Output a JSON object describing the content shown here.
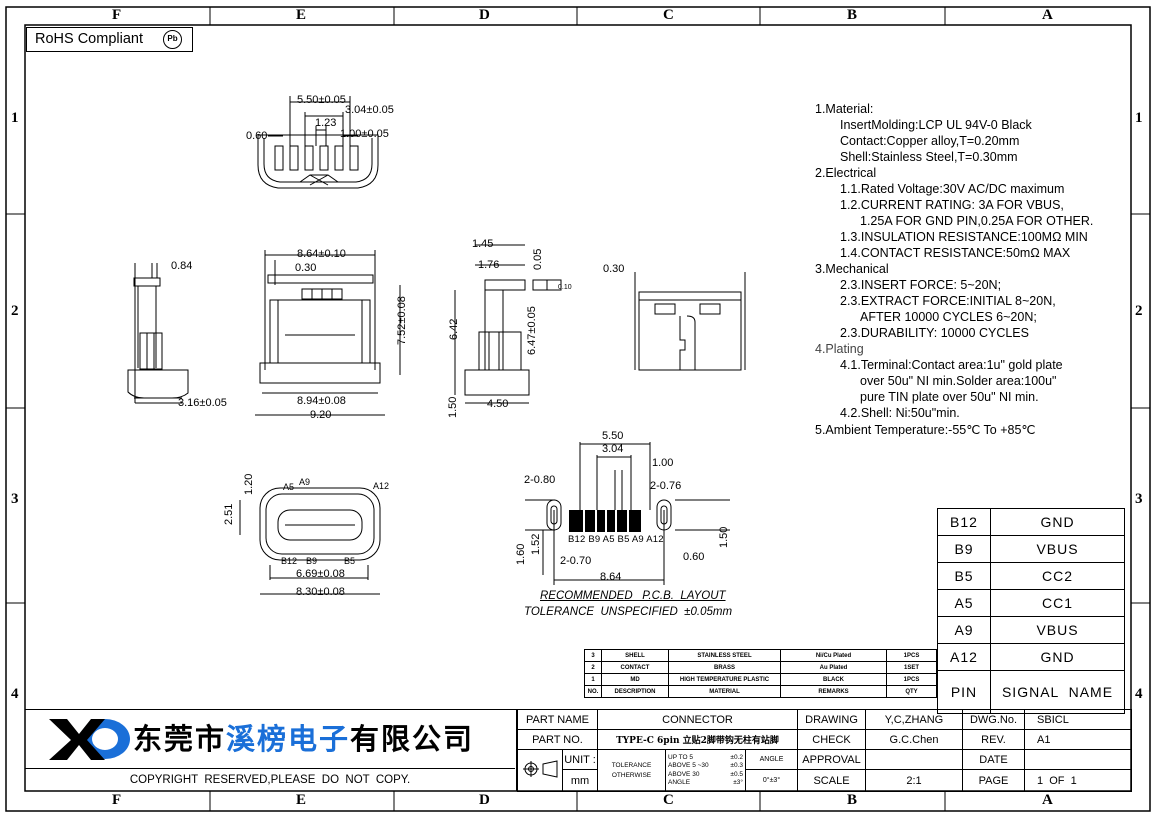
{
  "frame": {
    "columns_top": [
      "F",
      "E",
      "D",
      "C",
      "B",
      "A"
    ],
    "columns_bottom": [
      "F",
      "E",
      "D",
      "C",
      "B",
      "A"
    ],
    "rows_left": [
      "1",
      "2",
      "3",
      "4"
    ],
    "rows_right": [
      "1",
      "2",
      "3",
      "4"
    ]
  },
  "rohs": {
    "label": "RoHS Compliant",
    "symbol": "Pb"
  },
  "top_view_dims": {
    "d1": "5.50±0.05",
    "d2": "3.04±0.05",
    "d3": "1.23",
    "d4": "0.60",
    "d5": "1.00±0.05"
  },
  "side_view_dims": {
    "d1": "0.84",
    "d2": "3.16±0.05"
  },
  "front_view_dims": {
    "d1": "8.64±0.10",
    "d2": "0.30",
    "d3": "7.52±0.08",
    "d4": "8.94±0.08",
    "d5": "9.20"
  },
  "right_view_dims": {
    "d1": "1.45",
    "d2": "1.76",
    "d3": "0.05",
    "d4": "0.10",
    "d5": "6.42",
    "d6": "6.47±0.05",
    "d7": "1.50",
    "d8": "4.50"
  },
  "back_view_dims": {
    "d1": "0.30"
  },
  "bottom_view_dims": {
    "d1": "1.20",
    "d2": "2.51",
    "d3": "6.69±0.08",
    "d4": "8.30±0.08",
    "pin_a5": "A5",
    "pin_a9": "A9",
    "pin_a12": "A12",
    "pin_b12": "B12",
    "pin_b9": "B9",
    "pin_b5": "B5"
  },
  "pcb": {
    "d1": "5.50",
    "d2": "3.04",
    "d3": "1.00",
    "d4": "2-0.80",
    "d5": "2-0.76",
    "d6": "1.60",
    "d7": "1.52",
    "d8": "2-0.70",
    "d9": "0.60",
    "d10": "1.50",
    "d11": "8.64",
    "pins": "B12 B9 A5 B5 A9 A12",
    "caption1": "RECOMMENDED   P.C.B.  LAYOUT",
    "caption2": "TOLERANCE  UNSPECIFIED  ±0.05mm"
  },
  "specs": [
    {
      "indent": 0,
      "text": "1.Material:"
    },
    {
      "indent": 1,
      "text": "InsertMolding:LCP UL 94V-0 Black"
    },
    {
      "indent": 1,
      "text": "Contact:Copper alloy,T=0.20mm"
    },
    {
      "indent": 1,
      "text": "Shell:Stainless Steel,T=0.30mm"
    },
    {
      "indent": 0,
      "text": "2.Electrical"
    },
    {
      "indent": 1,
      "text": "1.1.Rated Voltage:30V AC/DC maximum"
    },
    {
      "indent": 1,
      "text": "1.2.CURRENT RATING:  3A FOR VBUS,"
    },
    {
      "indent": 2,
      "text": "1.25A FOR GND PIN,0.25A FOR OTHER."
    },
    {
      "indent": 1,
      "text": "1.3.INSULATION RESISTANCE:100MΩ MIN"
    },
    {
      "indent": 1,
      "text": "1.4.CONTACT RESISTANCE:50mΩ MAX"
    },
    {
      "indent": 0,
      "text": "3.Mechanical"
    },
    {
      "indent": 1,
      "text": "2.3.INSERT FORCE:  5~20N;"
    },
    {
      "indent": 1,
      "text": "2.3.EXTRACT FORCE:INITIAL  8~20N,"
    },
    {
      "indent": 2,
      "text": "AFTER 10000 CYCLES 6~20N;"
    },
    {
      "indent": 1,
      "text": "2.3.DURABILITY:  10000 CYCLES"
    },
    {
      "indent": 0,
      "text": "4.Plating"
    },
    {
      "indent": 1,
      "text": "4.1.Terminal:Contact area:1u\" gold plate"
    },
    {
      "indent": 2,
      "text": "over 50u\" NI min.Solder area:100u\""
    },
    {
      "indent": 2,
      "text": "pure TIN plate over 50u\" NI min."
    },
    {
      "indent": 1,
      "text": "4.2.Shell:  Ni:50u\"min."
    },
    {
      "indent": 0,
      "text": "5.Ambient Temperature:-55℃ To +85℃"
    }
  ],
  "pin_table": {
    "rows": [
      {
        "pin": "B12",
        "signal": "GND"
      },
      {
        "pin": "B9",
        "signal": "VBUS"
      },
      {
        "pin": "B5",
        "signal": "CC2"
      },
      {
        "pin": "A5",
        "signal": "CC1"
      },
      {
        "pin": "A9",
        "signal": "VBUS"
      },
      {
        "pin": "A12",
        "signal": "GND"
      }
    ],
    "header_pin": "PIN",
    "header_signal": "SIGNAL  NAME"
  },
  "bom": {
    "rows": [
      [
        "3",
        "SHELL",
        "STAINLESS STEEL",
        "Ni/Cu Plated",
        "1PCS"
      ],
      [
        "2",
        "CONTACT",
        "BRASS",
        "Au Plated",
        "1SET"
      ],
      [
        "1",
        "MD",
        "HIGH TEMPERATURE PLASTIC",
        "BLACK",
        "1PCS"
      ]
    ],
    "header": [
      "NO.",
      "DESCRIPTION",
      "MATERIAL",
      "REMARKS",
      "QTY"
    ]
  },
  "company": {
    "logo_text": "XC",
    "name_part1": "东莞市",
    "name_part2": "溪榜电子",
    "name_part3": "有限公司",
    "copyright": "COPYRIGHT  RESERVED,PLEASE  DO  NOT  COPY."
  },
  "title_block": {
    "part_name_label": "PART  NAME",
    "part_name": "CONNECTOR",
    "part_no_label": "PART  NO.",
    "part_no": "TYPE-C 6pin 立贴2脚带钩无柱有站脚",
    "unit_label": "UNIT :",
    "unit": "mm",
    "tolerance_label": "TOLERANCE",
    "otherwise_label": "OTHERWISE",
    "tol_r1": "UP  TO  5",
    "tol_r1v": "±0.2",
    "tol_r2": "ABOVE  5 ~30",
    "tol_r2v": "±0.3",
    "tol_r3": "ABOVE  30",
    "tol_r3v": "±0.5",
    "angle_label": "ANGLE",
    "angle_small": "ANGLE",
    "angle_val": "±3°",
    "angle_val2": "0°±3°",
    "drawing_label": "DRAWING",
    "drawing": "Y,C,ZHANG",
    "check_label": "CHECK",
    "check": "G.C.Chen",
    "approval_label": "APPROVAL",
    "approval": "",
    "scale_label": "SCALE",
    "scale": "2:1",
    "dwg_label": "DWG.No.",
    "dwg": "SBICL",
    "rev_label": "REV.",
    "rev": "A1",
    "date_label": "DATE",
    "date": "",
    "page_label": "PAGE",
    "page": "1  OF  1"
  },
  "colors": {
    "logo_blue": "#1a6fd8",
    "ink": "#000000"
  }
}
